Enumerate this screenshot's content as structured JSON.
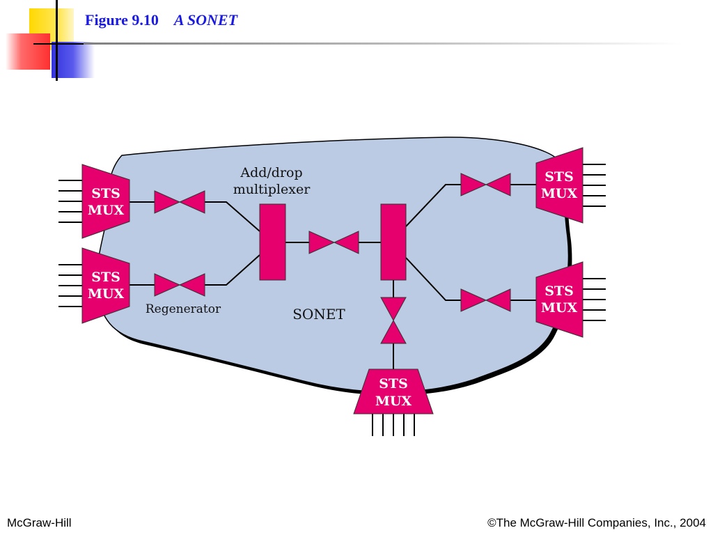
{
  "slide": {
    "figure_number": "Figure 9.10",
    "figure_title": "A SONET"
  },
  "diagram": {
    "labels": {
      "add_drop": [
        "Add/drop",
        "multiplexer"
      ],
      "regenerator": "Regenerator",
      "network": "SONET"
    },
    "mux_label": [
      "STS",
      "MUX"
    ],
    "colors": {
      "device": "#e6006e",
      "cloud": "#bccbe4",
      "title": "#1a1ae0"
    }
  },
  "footer": {
    "publisher": "McGraw-Hill",
    "copyright": "©The McGraw-Hill Companies, Inc., 2004"
  }
}
